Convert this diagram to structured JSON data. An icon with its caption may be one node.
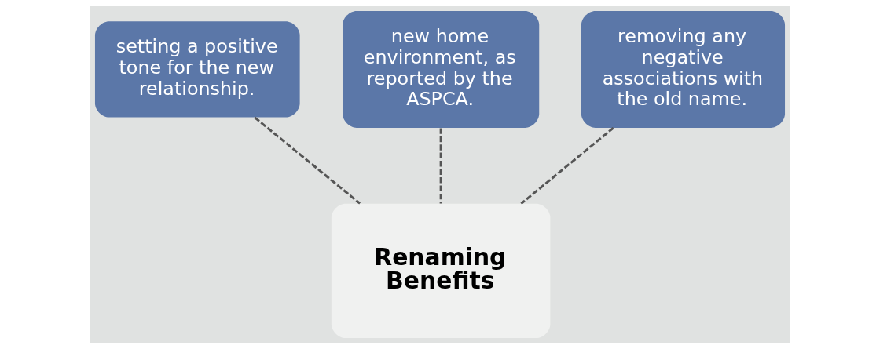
{
  "diagram": {
    "nodes": [
      {
        "text": [
          "setting a positive tone for the new relationship."
        ]
      },
      {
        "text": [
          "new home environment, as reported by the ASPCA."
        ]
      },
      {
        "text": [
          "removing any negative associations with the old name."
        ]
      },
      {
        "text": [
          "Renaming Benefits"
        ]
      }
    ],
    "edges": [
      {
        "from": 0,
        "to": 3,
        "arrow": "none",
        "style": "dashed"
      },
      {
        "from": 1,
        "to": 3,
        "arrow": "none",
        "style": "dashed"
      },
      {
        "from": 2,
        "to": 3,
        "arrow": "none",
        "style": "dashed"
      }
    ]
  }
}
